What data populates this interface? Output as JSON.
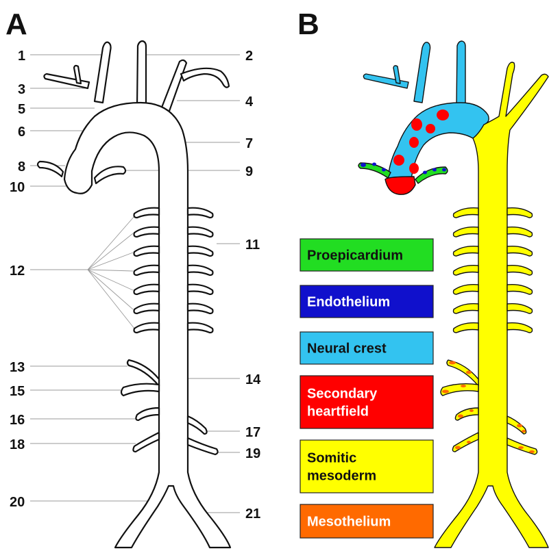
{
  "panels": {
    "a": "A",
    "b": "B"
  },
  "labels_left": [
    "1",
    "3",
    "5",
    "6",
    "8",
    "10",
    "12",
    "13",
    "15",
    "16",
    "18",
    "20"
  ],
  "labels_right": [
    "2",
    "4",
    "7",
    "9",
    "11",
    "14",
    "17",
    "19",
    "21"
  ],
  "legend": [
    {
      "lines": [
        "Proepicardium"
      ],
      "color": "#22dd22",
      "text_color": "#111111"
    },
    {
      "lines": [
        "Endothelium"
      ],
      "color": "#1010cc",
      "text_color": "#ffffff"
    },
    {
      "lines": [
        "Neural crest"
      ],
      "color": "#33c3f0",
      "text_color": "#111111"
    },
    {
      "lines": [
        "Secondary",
        "heartfield"
      ],
      "color": "#ff0000",
      "text_color": "#ffffff"
    },
    {
      "lines": [
        "Somitic",
        "mesoderm"
      ],
      "color": "#ffff00",
      "text_color": "#111111"
    },
    {
      "lines": [
        "Mesothelium"
      ],
      "color": "#ff6a00",
      "text_color": "#ffffff"
    }
  ],
  "colors": {
    "outline": "#111111",
    "leader": "#9a9a9a",
    "neural_crest": "#33c3f0",
    "secondary_heartfield": "#ff0000",
    "somitic_mesoderm": "#ffff00",
    "mesothelium": "#ff6a00",
    "proepicardium": "#22dd22",
    "endothelium": "#1010cc"
  }
}
